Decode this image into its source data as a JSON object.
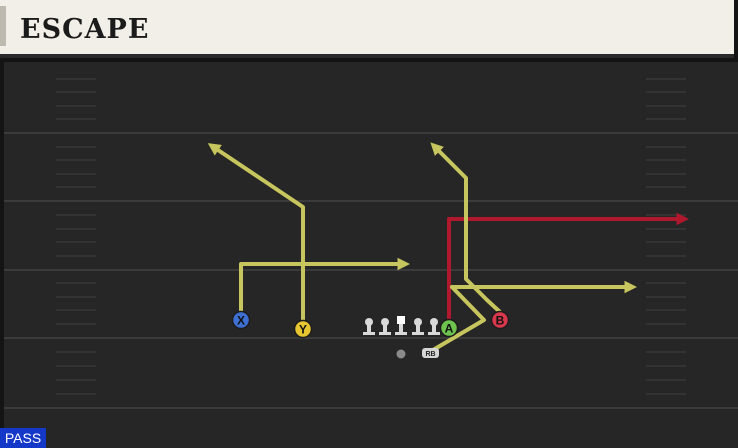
{
  "play": {
    "title": "ESCAPE",
    "type_badge": "PASS"
  },
  "colors": {
    "route_primary": "#c7c65e",
    "route_highlight": "#b0182e",
    "field_bg": "#262626",
    "yard_line": "#3b3b3b",
    "badge": "#1438c8"
  },
  "players": [
    {
      "id": "x",
      "label": "X",
      "color": "#3e70d4",
      "role": "receiver"
    },
    {
      "id": "y",
      "label": "Y",
      "color": "#e6c530",
      "role": "receiver"
    },
    {
      "id": "a",
      "label": "A",
      "color": "#6ec24e",
      "role": "receiver"
    },
    {
      "id": "b",
      "label": "B",
      "color": "#d8384c",
      "role": "receiver"
    },
    {
      "id": "rb",
      "label": "RB",
      "color": "#d5d5d5",
      "role": "running-back"
    }
  ],
  "offensive_line_count": 5,
  "icons": {
    "lineman": "lineman-icon",
    "center": "center-icon",
    "quarterback": "quarterback-icon",
    "running_back": "running-back-icon",
    "route_arrow": "arrow-icon"
  }
}
